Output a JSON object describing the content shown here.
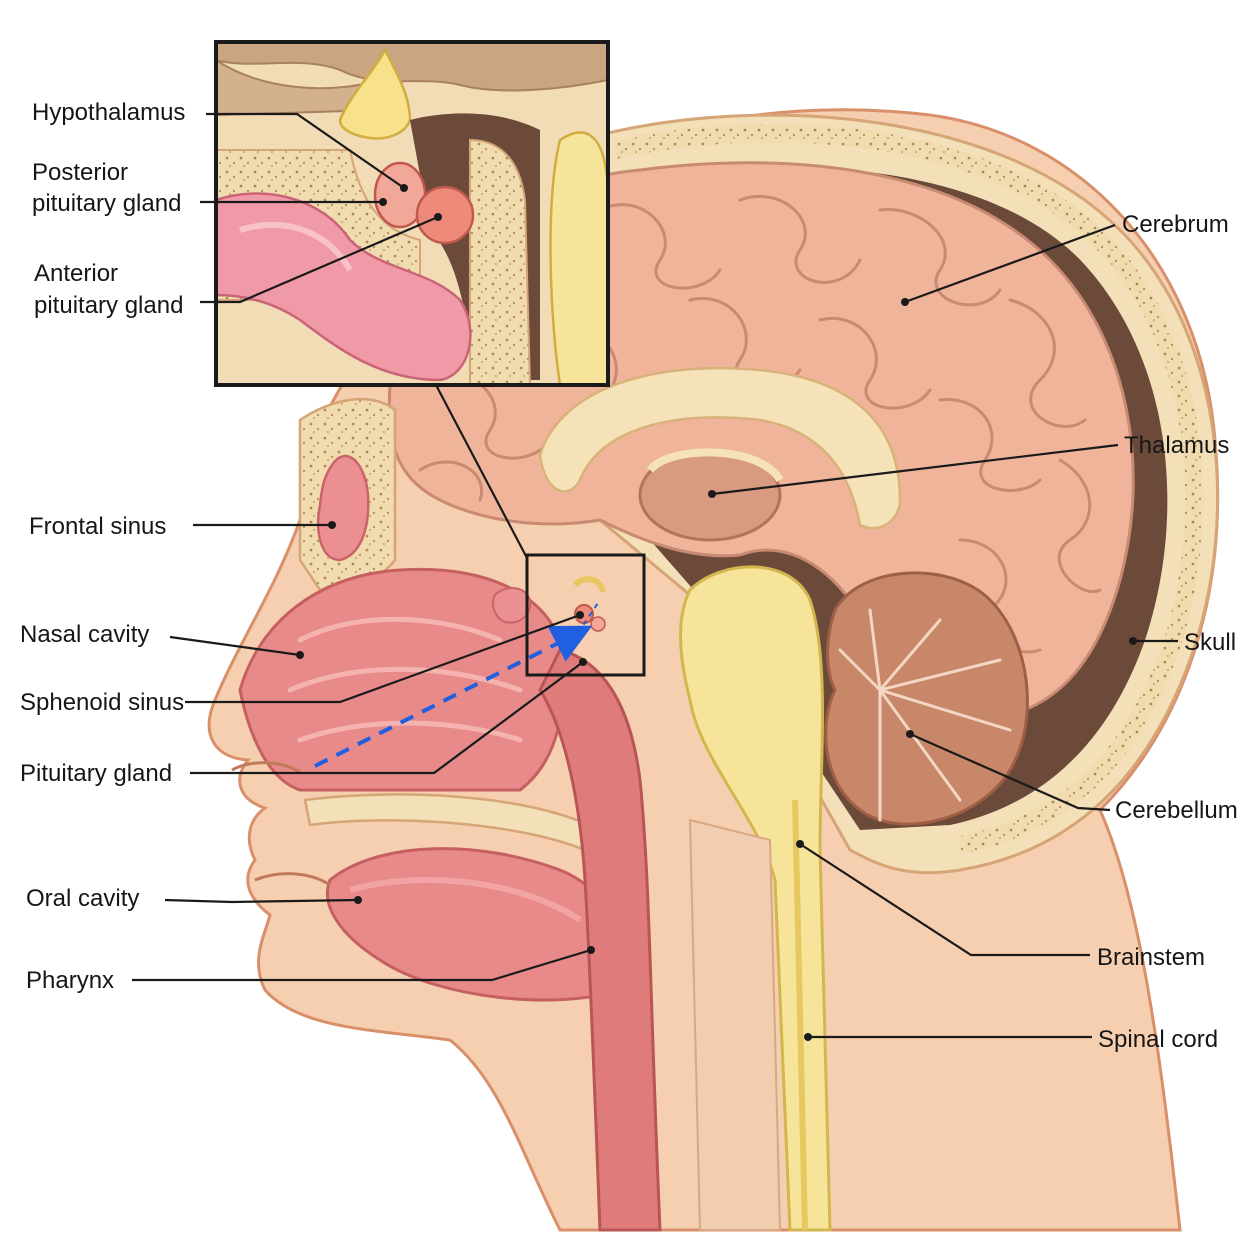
{
  "labels": {
    "hypothalamus": "Hypothalamus",
    "posterior_1": "Posterior",
    "posterior_2": "pituitary gland",
    "anterior_1": "Anterior",
    "anterior_2": "pituitary gland",
    "frontal_sinus": "Frontal sinus",
    "nasal_cavity": "Nasal cavity",
    "sphenoid_sinus": "Sphenoid sinus",
    "pituitary_gland": "Pituitary gland",
    "oral_cavity": "Oral cavity",
    "pharynx": "Pharynx",
    "cerebrum": "Cerebrum",
    "thalamus": "Thalamus",
    "skull": "Skull",
    "cerebellum": "Cerebellum",
    "brainstem": "Brainstem",
    "spinal_cord": "Spinal cord"
  },
  "colors": {
    "skin": "#f5cfb0",
    "bone": "#f3dfb8",
    "brain": "#f0b49a",
    "brain_dark": "#c98a72",
    "cerebellum": "#c9876a",
    "spinal": "#f6e49a",
    "airway": "#e98a8a",
    "mucosa": "#f2a4a4",
    "pituitary": "#ee8a7a",
    "arrow": "#1f5fe0"
  }
}
